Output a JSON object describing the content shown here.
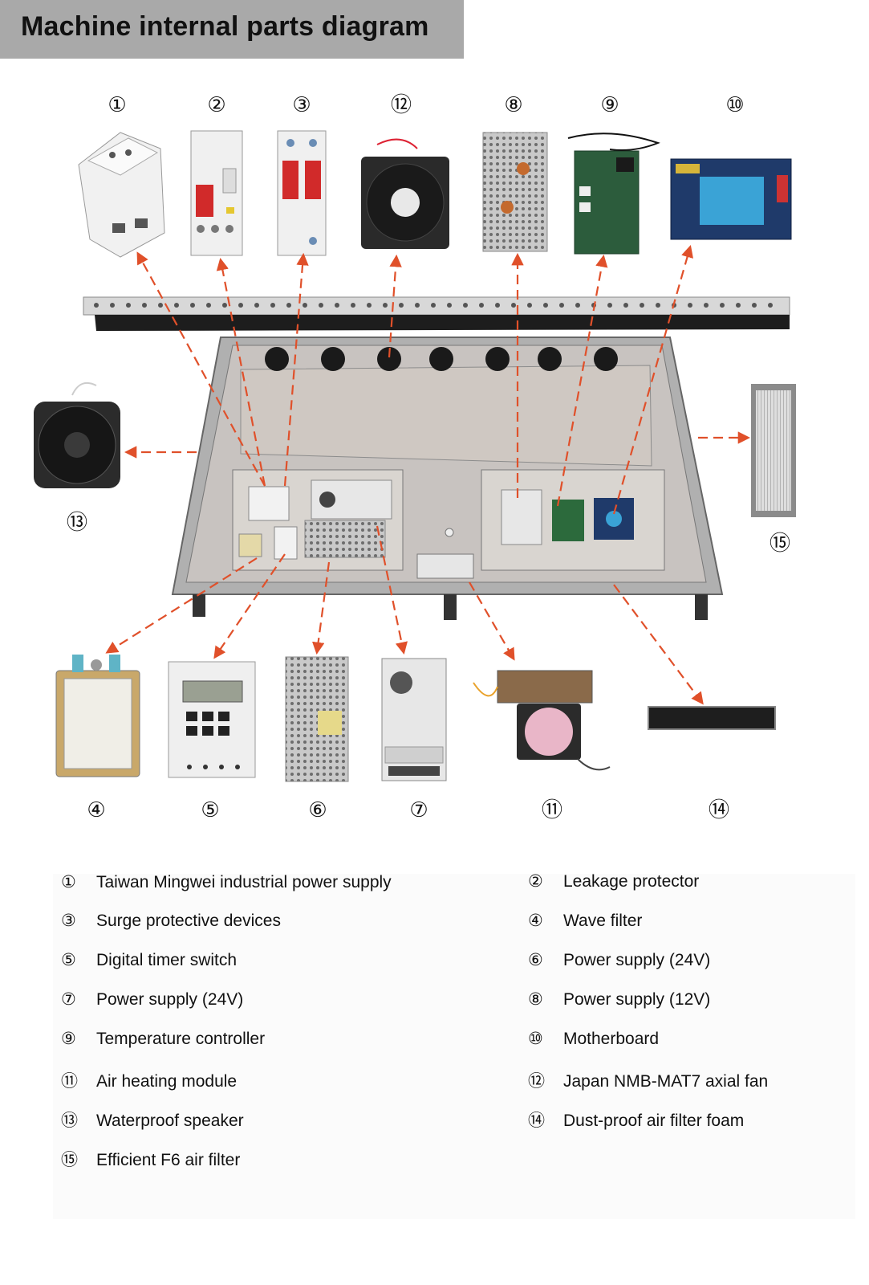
{
  "title": "Machine internal parts diagram",
  "callouts": [
    {
      "id": "1",
      "glyph": "①"
    },
    {
      "id": "2",
      "glyph": "②"
    },
    {
      "id": "3",
      "glyph": "③"
    },
    {
      "id": "12",
      "glyph": "⑫"
    },
    {
      "id": "8",
      "glyph": "⑧"
    },
    {
      "id": "9",
      "glyph": "⑨"
    },
    {
      "id": "10",
      "glyph": "⑩"
    },
    {
      "id": "13",
      "glyph": "⑬"
    },
    {
      "id": "15",
      "glyph": "⑮"
    },
    {
      "id": "4",
      "glyph": "④"
    },
    {
      "id": "5",
      "glyph": "⑤"
    },
    {
      "id": "6",
      "glyph": "⑥"
    },
    {
      "id": "7",
      "glyph": "⑦"
    },
    {
      "id": "11",
      "glyph": "⑪"
    },
    {
      "id": "14",
      "glyph": "⑭"
    }
  ],
  "legend": [
    {
      "glyph": "①",
      "label": "Taiwan Mingwei industrial power supply"
    },
    {
      "glyph": "②",
      "label": "Leakage protector"
    },
    {
      "glyph": "③",
      "label": "Surge protective devices"
    },
    {
      "glyph": "④",
      "label": "Wave filter"
    },
    {
      "glyph": "⑤",
      "label": "Digital timer switch"
    },
    {
      "glyph": "⑥",
      "label": "Power supply (24V)"
    },
    {
      "glyph": "⑦",
      "label": "Power supply (24V)"
    },
    {
      "glyph": "⑧",
      "label": "Power supply (12V)"
    },
    {
      "glyph": "⑨",
      "label": "Temperature controller"
    },
    {
      "glyph": "⑩",
      "label": "Motherboard"
    },
    {
      "glyph": "⑪",
      "label": "Air heating module"
    },
    {
      "glyph": "⑫",
      "label": "Japan NMB-MAT7 axial fan"
    },
    {
      "glyph": "⑬",
      "label": "Waterproof speaker"
    },
    {
      "glyph": "⑭",
      "label": "Dust-proof air filter foam"
    },
    {
      "glyph": "⑮",
      "label": "Efficient F6 air filter"
    }
  ],
  "colors": {
    "arrow": "#e0502a",
    "title_bg": "#a9a9a9"
  }
}
